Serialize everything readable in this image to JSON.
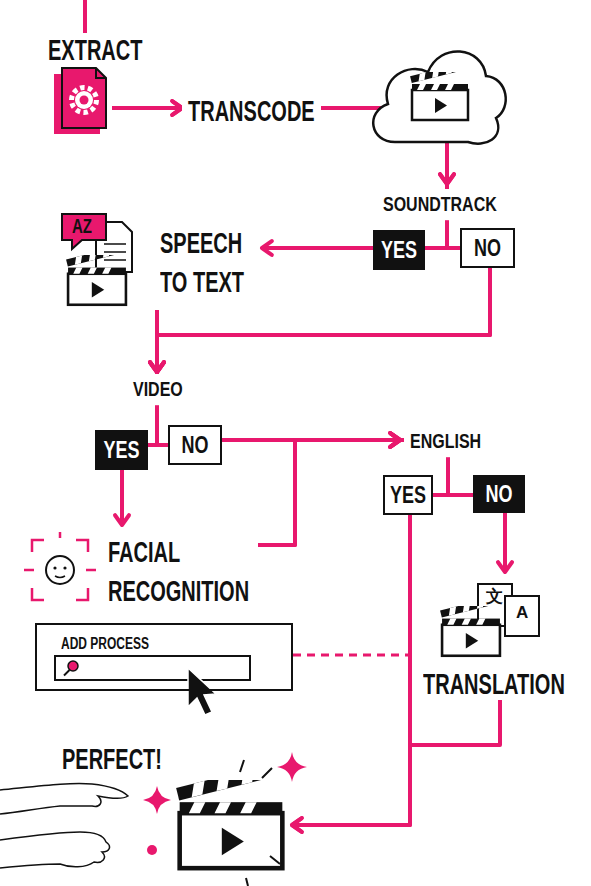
{
  "diagram": {
    "nodes": [
      {
        "text": [
          "EXTRACT"
        ]
      },
      {
        "text": [
          "YES"
        ]
      },
      {
        "text": [
          "NO"
        ]
      },
      {
        "text": [
          "AZ",
          "SPEECH TO TEXT"
        ]
      },
      {
        "text": [
          "YES"
        ]
      },
      {
        "text": [
          "NO"
        ]
      },
      {
        "text": [
          "FACIAL RECOGNITION"
        ]
      },
      {
        "text": [
          "YES"
        ]
      },
      {
        "text": [
          "NO"
        ]
      },
      {
        "text": [
          "文",
          "A",
          "TRANSLATION"
        ]
      },
      {
        "text": [
          "ADD PROCESS"
        ]
      },
      {
        "text": [
          "PERFECT!"
        ]
      }
    ],
    "edges": [
      {
        "from": 0,
        "to": 1,
        "arrow": "to"
      },
      {
        "from": 0,
        "to": 2,
        "arrow": "to"
      },
      {
        "from": 1,
        "to": 3,
        "arrow": "to"
      },
      {
        "from": 3,
        "to": 4,
        "arrow": "to"
      },
      {
        "from": 3,
        "to": 5,
        "arrow": "to"
      },
      {
        "from": 2,
        "to": 4,
        "arrow": "to"
      },
      {
        "from": 2,
        "to": 5,
        "arrow": "to"
      },
      {
        "from": 4,
        "to": 6,
        "arrow": "to"
      },
      {
        "from": 5,
        "to": 7,
        "arrow": "to"
      },
      {
        "from": 5,
        "to": 8,
        "arrow": "to"
      },
      {
        "from": 6,
        "to": 7,
        "arrow": "to"
      },
      {
        "from": 6,
        "to": 8,
        "arrow": "to"
      },
      {
        "from": 8,
        "to": 9,
        "arrow": "to"
      },
      {
        "from": 7,
        "to": 11,
        "arrow": "to"
      },
      {
        "from": 9,
        "to": 11,
        "arrow": "to"
      }
    ],
    "labels": [
      "TRANSCODE",
      "SOUNDTRACK",
      "VIDEO",
      "ENGLISH"
    ]
  }
}
